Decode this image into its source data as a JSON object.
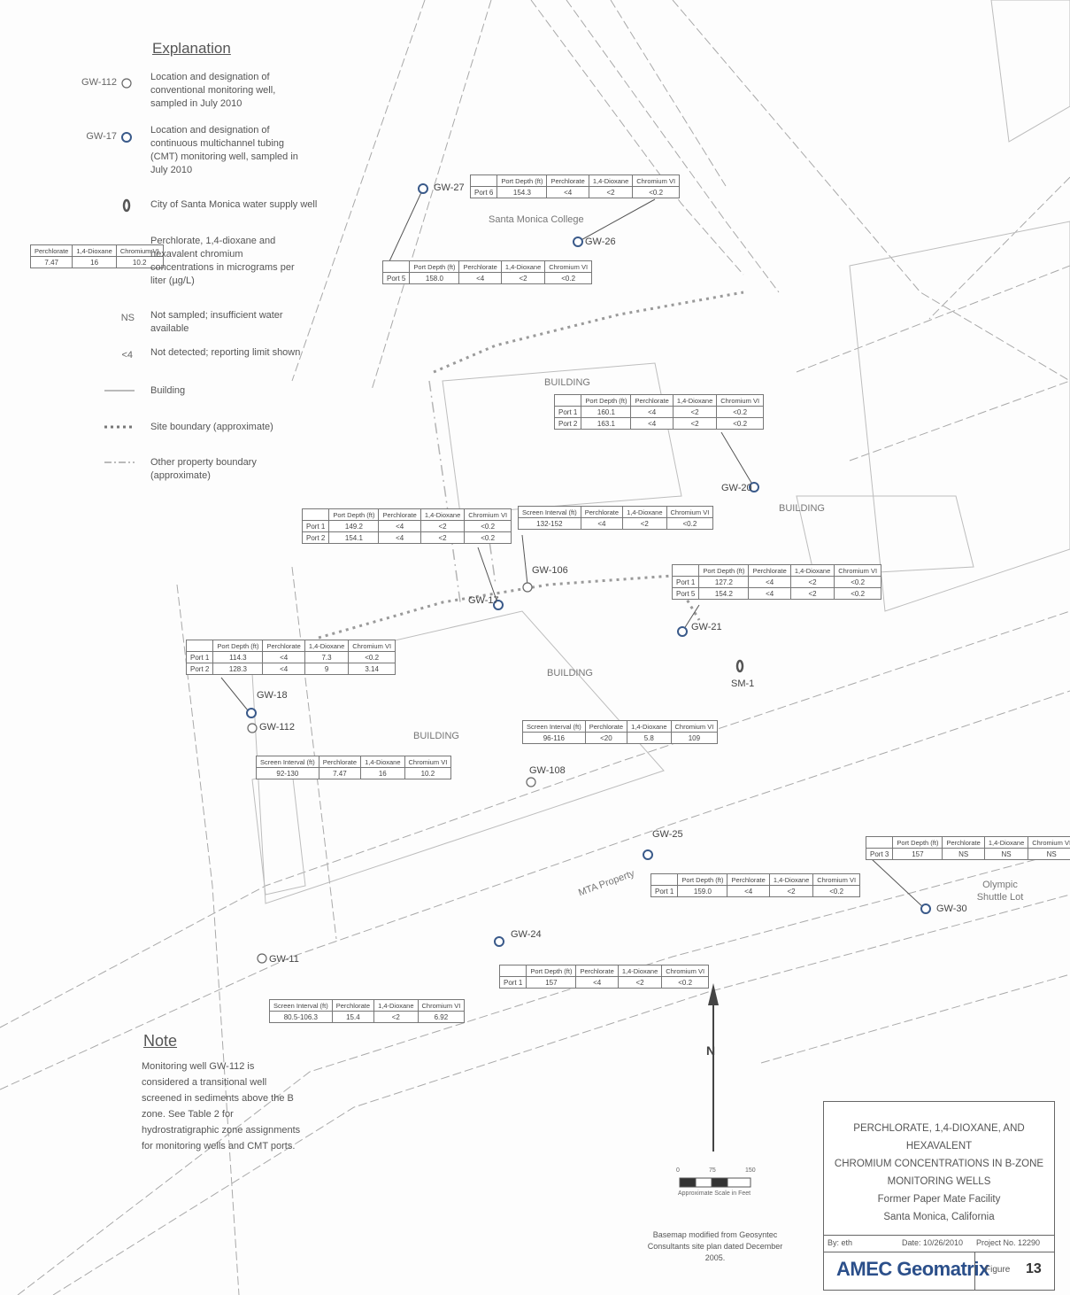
{
  "legend": {
    "heading": "Explanation",
    "items": [
      {
        "symbol": "GW-112",
        "icon": "conventional-well-icon",
        "text": "Location and designation of conventional monitoring well, sampled in July 2010"
      },
      {
        "symbol": "GW-17",
        "icon": "cmt-well-icon",
        "text": "Location and designation of continuous multichannel tubing (CMT) monitoring well, sampled in July 2010"
      },
      {
        "symbol": "",
        "icon": "supply-well-icon",
        "text": "City of Santa Monica water supply well"
      },
      {
        "symbol": "",
        "icon": "concentration-table-icon",
        "text": "Perchlorate, 1,4-dioxane and hexavalent chromium concentrations in micrograms per liter (µg/L)"
      },
      {
        "symbol": "NS",
        "icon": "",
        "text": "Not sampled; insufficient water available"
      },
      {
        "symbol": "<4",
        "icon": "",
        "text": "Not detected; reporting limit shown"
      },
      {
        "symbol": "",
        "icon": "building-line-icon",
        "text": "Building"
      },
      {
        "symbol": "",
        "icon": "site-boundary-line-icon",
        "text": "Site boundary (approximate)"
      },
      {
        "symbol": "",
        "icon": "property-boundary-line-icon",
        "text": "Other property boundary (approximate)"
      }
    ],
    "sample_table": {
      "headers": [
        "Perchlorate",
        "1,4-Dioxane",
        "Chromium VI"
      ],
      "values": [
        "7.47",
        "16",
        "10.2"
      ]
    }
  },
  "wells": {
    "gw27": "GW-27",
    "gw26": "GW-26",
    "gw20": "GW-20",
    "gw106": "GW-106",
    "gw17": "GW-17",
    "gw21": "GW-21",
    "gw18": "GW-18",
    "gw112": "GW-112",
    "gw108": "GW-108",
    "gw25": "GW-25",
    "gw24": "GW-24",
    "gw11": "GW-11",
    "gw30": "GW-30",
    "smw1": "SM-1"
  },
  "areas": {
    "smc": "Santa Monica College",
    "bldg1": "BUILDING",
    "bldg2": "BUILDING",
    "bldg3": "BUILDING",
    "bldg4": "BUILDING",
    "mta": "MTA Property",
    "olympic": "Olympic Shuttle Lot"
  },
  "tables": {
    "gw27": {
      "headers": [
        "Port Depth (ft)",
        "Perchlorate",
        "1,4-Dioxane",
        "Chromium VI"
      ],
      "rows": [
        [
          "Port 6",
          "154.3",
          "<4",
          "<2",
          "<0.2"
        ]
      ]
    },
    "gw26": {
      "headers": [
        "Port Depth (ft)",
        "Perchlorate",
        "1,4-Dioxane",
        "Chromium VI"
      ],
      "rows": [
        [
          "Port 5",
          "158.0",
          "<4",
          "<2",
          "<0.2"
        ]
      ]
    },
    "gw20": {
      "headers": [
        "Port Depth (ft)",
        "Perchlorate",
        "1,4-Dioxane",
        "Chromium VI"
      ],
      "rows": [
        [
          "Port 1",
          "160.1",
          "<4",
          "<2",
          "<0.2"
        ],
        [
          "Port 2",
          "163.1",
          "<4",
          "<2",
          "<0.2"
        ]
      ]
    },
    "gw17": {
      "headers": [
        "Port Depth (ft)",
        "Perchlorate",
        "1,4-Dioxane",
        "Chromium VI"
      ],
      "rows": [
        [
          "Port 1",
          "149.2",
          "<4",
          "<2",
          "<0.2"
        ],
        [
          "Port 2",
          "154.1",
          "<4",
          "<2",
          "<0.2"
        ]
      ]
    },
    "gw106": {
      "headers": [
        "Screen Interval (ft)",
        "Perchlorate",
        "1,4-Dioxane",
        "Chromium VI"
      ],
      "rows": [
        [
          "132-152",
          "<4",
          "<2",
          "<0.2"
        ]
      ]
    },
    "gw21": {
      "headers": [
        "Port Depth (ft)",
        "Perchlorate",
        "1,4-Dioxane",
        "Chromium VI"
      ],
      "rows": [
        [
          "Port 1",
          "127.2",
          "<4",
          "<2",
          "<0.2"
        ],
        [
          "Port 5",
          "154.2",
          "<4",
          "<2",
          "<0.2"
        ]
      ]
    },
    "gw18": {
      "headers": [
        "Port Depth (ft)",
        "Perchlorate",
        "1,4-Dioxane",
        "Chromium VI"
      ],
      "rows": [
        [
          "Port 1",
          "114.3",
          "<4",
          "7.3",
          "<0.2"
        ],
        [
          "Port 2",
          "128.3",
          "<4",
          "9",
          "3.14"
        ]
      ]
    },
    "gw112": {
      "headers": [
        "Screen Interval (ft)",
        "Perchlorate",
        "1,4-Dioxane",
        "Chromium VI"
      ],
      "rows": [
        [
          "92-130",
          "7.47",
          "16",
          "10.2"
        ]
      ]
    },
    "gw108": {
      "headers": [
        "Screen Interval (ft)",
        "Perchlorate",
        "1,4-Dioxane",
        "Chromium VI"
      ],
      "rows": [
        [
          "96-116",
          "<20",
          "5.8",
          "109"
        ]
      ]
    },
    "gw30": {
      "headers": [
        "Port Depth (ft)",
        "Perchlorate",
        "1,4-Dioxane",
        "Chromium VI"
      ],
      "rows": [
        [
          "Port 3",
          "157",
          "NS",
          "NS",
          "NS"
        ]
      ]
    },
    "gw25": {
      "headers": [
        "Port Depth (ft)",
        "Perchlorate",
        "1,4-Dioxane",
        "Chromium VI"
      ],
      "rows": [
        [
          "Port 1",
          "159.0",
          "<4",
          "<2",
          "<0.2"
        ]
      ]
    },
    "gw24": {
      "headers": [
        "Port Depth (ft)",
        "Perchlorate",
        "1,4-Dioxane",
        "Chromium VI"
      ],
      "rows": [
        [
          "Port 1",
          "157",
          "<4",
          "<2",
          "<0.2"
        ]
      ]
    },
    "gw11": {
      "headers": [
        "Screen Interval (ft)",
        "Perchlorate",
        "1,4-Dioxane",
        "Chromium VI"
      ],
      "rows": [
        [
          "80.5-106.3",
          "15.4",
          "<2",
          "6.92"
        ]
      ]
    }
  },
  "note": {
    "title": "Note",
    "text": "Monitoring well GW-112 is considered a transitional well screened in sediments above the B zone. See Table 2 for hydrostratigraphic zone assignments for monitoring wells and CMT ports."
  },
  "north_arrow": {
    "label": "N"
  },
  "scale_bar": {
    "ticks": [
      "0",
      "75",
      "150"
    ],
    "label": "Approximate Scale in Feet"
  },
  "basemap_note": "Basemap modified from Geosyntec Consultants site plan dated December 2005.",
  "title_block": {
    "title_lines": [
      "PERCHLORATE, 1,4-DIOXANE, AND HEXAVALENT",
      "CHROMIUM CONCENTRATIONS IN B-ZONE",
      "MONITORING WELLS",
      "Former Paper Mate Facility",
      "Santa Monica, California"
    ],
    "by": "By: eth",
    "date": "Date: 10/26/2010",
    "project": "Project No. 12290",
    "logo": "AMEC Geomatrix",
    "figure_label": "Figure",
    "figure_number": "13"
  }
}
